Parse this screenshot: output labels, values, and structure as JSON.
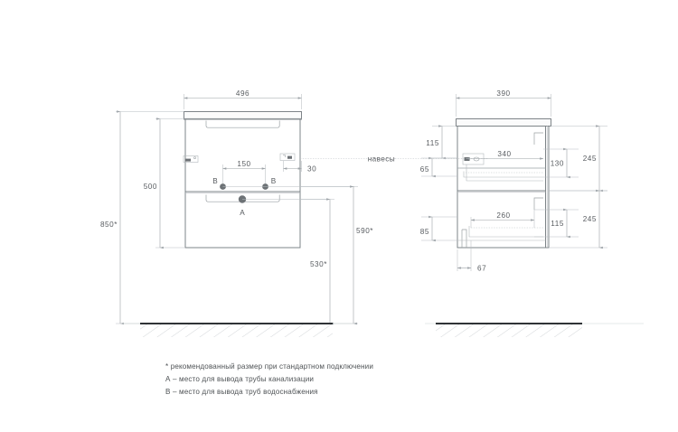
{
  "drawing": {
    "title": "Technical dimension drawing - wall-hung vanity cabinet",
    "units": "mm",
    "front_view": {
      "name": "front-elevation",
      "dimensions": {
        "width_496": "496",
        "height_500": "500",
        "height_850": "850*",
        "height_590": "590*",
        "height_530": "530*",
        "spacing_150": "150",
        "offset_30": "30"
      },
      "markers": {
        "water_left": "B",
        "water_right": "B",
        "sewer": "A"
      }
    },
    "side_view": {
      "name": "side-elevation",
      "dimensions": {
        "depth_390": "390",
        "top_115": "115",
        "offset_65": "65",
        "reach_340": "340",
        "drawer_130": "130",
        "block_245_top": "245",
        "reach_260": "260",
        "drawer_115": "115",
        "block_245_bottom": "245",
        "bottom_85": "85",
        "foot_67": "67"
      }
    },
    "hanger_label": "навесы",
    "notes": [
      "* рекомендованный размер при стандартном подключении",
      "А – место для вывода трубы канализации",
      "В – место для вывода труб водоснабжения"
    ],
    "colors": {
      "outline": "#7e8488",
      "dimension": "#9ba1a6",
      "text": "#55595d",
      "ground": "#2f3336",
      "port": "#6d7276",
      "background": "#ffffff"
    }
  }
}
